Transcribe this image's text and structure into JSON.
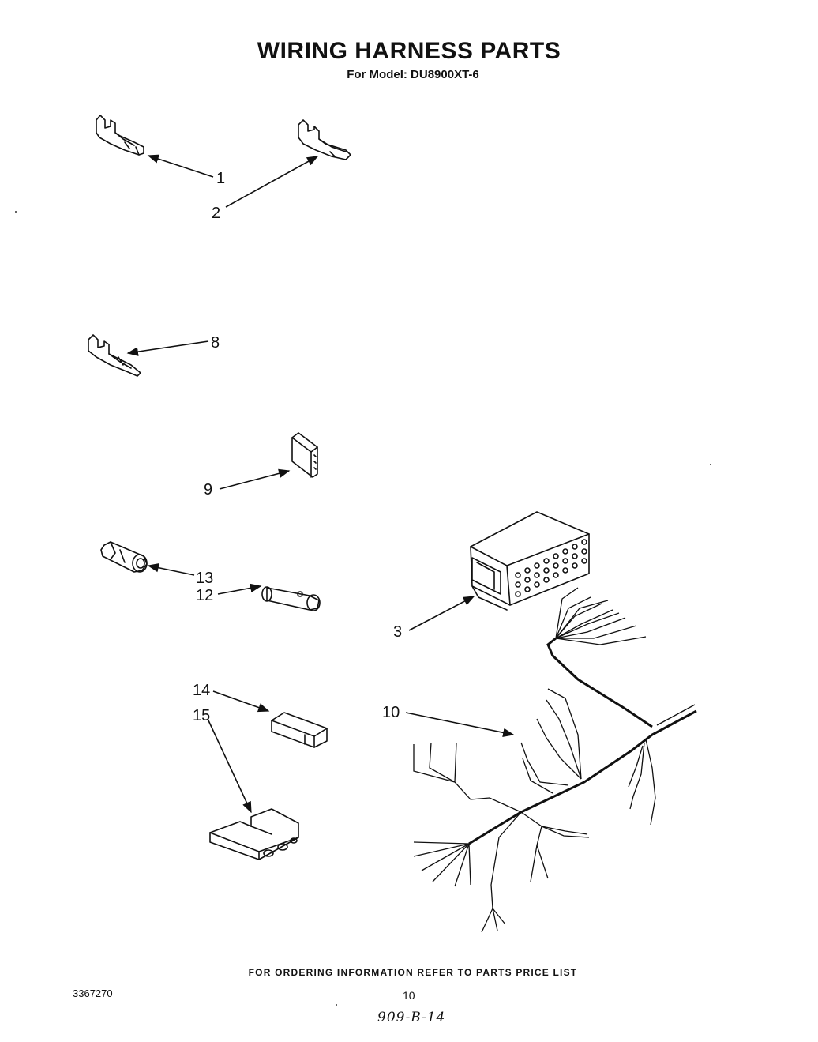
{
  "header": {
    "title": "WIRING HARNESS PARTS",
    "subtitle": "For Model: DU8900XT-6"
  },
  "callouts": {
    "c1": "1",
    "c2": "2",
    "c3": "3",
    "c8": "8",
    "c9": "9",
    "c10": "10",
    "c12": "12",
    "c13": "13",
    "c14": "14",
    "c15": "15"
  },
  "footer": {
    "ordering_note": "FOR ORDERING INFORMATION REFER TO PARTS PRICE LIST",
    "doc_number": "3367270",
    "page_number": "10",
    "handwritten_note": "909-B-14"
  }
}
